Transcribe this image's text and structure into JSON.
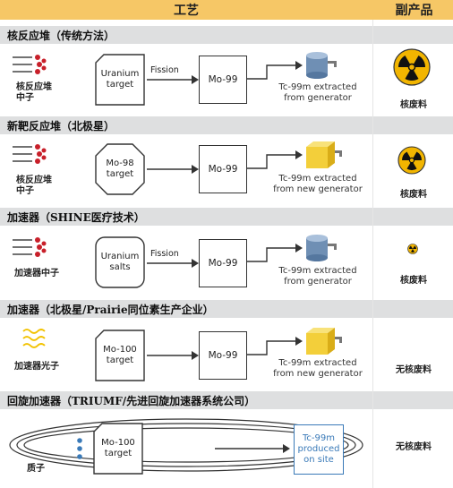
{
  "header": {
    "process": "工艺",
    "byproduct": "副产品"
  },
  "sections": [
    {
      "title": "核反应堆（传统方法）",
      "source_label": "核反应堆\n中子",
      "target": "Uranium\ntarget",
      "arrow_label": "Fission",
      "intermediate": "Mo-99",
      "product": "Tc-99m extracted\nfrom generator",
      "byproduct": "核废料",
      "byproduct_icon": "radiation-icon"
    },
    {
      "title": "新靶反应堆（北极星）",
      "source_label": "核反应堆\n中子",
      "target": "Mo-98\ntarget",
      "arrow_label": "",
      "intermediate": "Mo-99",
      "product": "Tc-99m extracted\nfrom new generator",
      "byproduct": "核废料",
      "byproduct_icon": "radiation-icon"
    },
    {
      "title": "加速器（SHINE医疗技术）",
      "source_label": "加速器中子",
      "target": "Uranium\nsalts",
      "arrow_label": "Fission",
      "intermediate": "Mo-99",
      "product": "Tc-99m extracted\nfrom generator",
      "byproduct": "核废料",
      "byproduct_icon": "radiation-icon"
    },
    {
      "title": "加速器（北极星/Prairie同位素生产企业）",
      "source_label": "加速器光子",
      "target": "Mo-100\ntarget",
      "arrow_label": "",
      "intermediate": "Mo-99",
      "product": "Tc-99m extracted\nfrom new generator",
      "byproduct": "无核废料",
      "byproduct_icon": ""
    },
    {
      "title": "回旋加速器（TRIUMF/先进回旋加速器系统公司）",
      "source_label": "质子",
      "target": "Mo-100\ntarget",
      "arrow_label": "",
      "intermediate": "",
      "product": "Tc-99m\nproduced\non site",
      "byproduct": "无核废料",
      "byproduct_icon": ""
    }
  ],
  "colors": {
    "header": "#f6c766",
    "section_bar": "#dedfe0",
    "neutron_red": "#c8202a",
    "photon_yellow": "#f2c200",
    "proton_blue": "#3a7ab8",
    "cylinder_blue": "#6f8fb4",
    "cube_yellow": "#f3cf3a",
    "radiation_yellow": "#f2b500"
  }
}
